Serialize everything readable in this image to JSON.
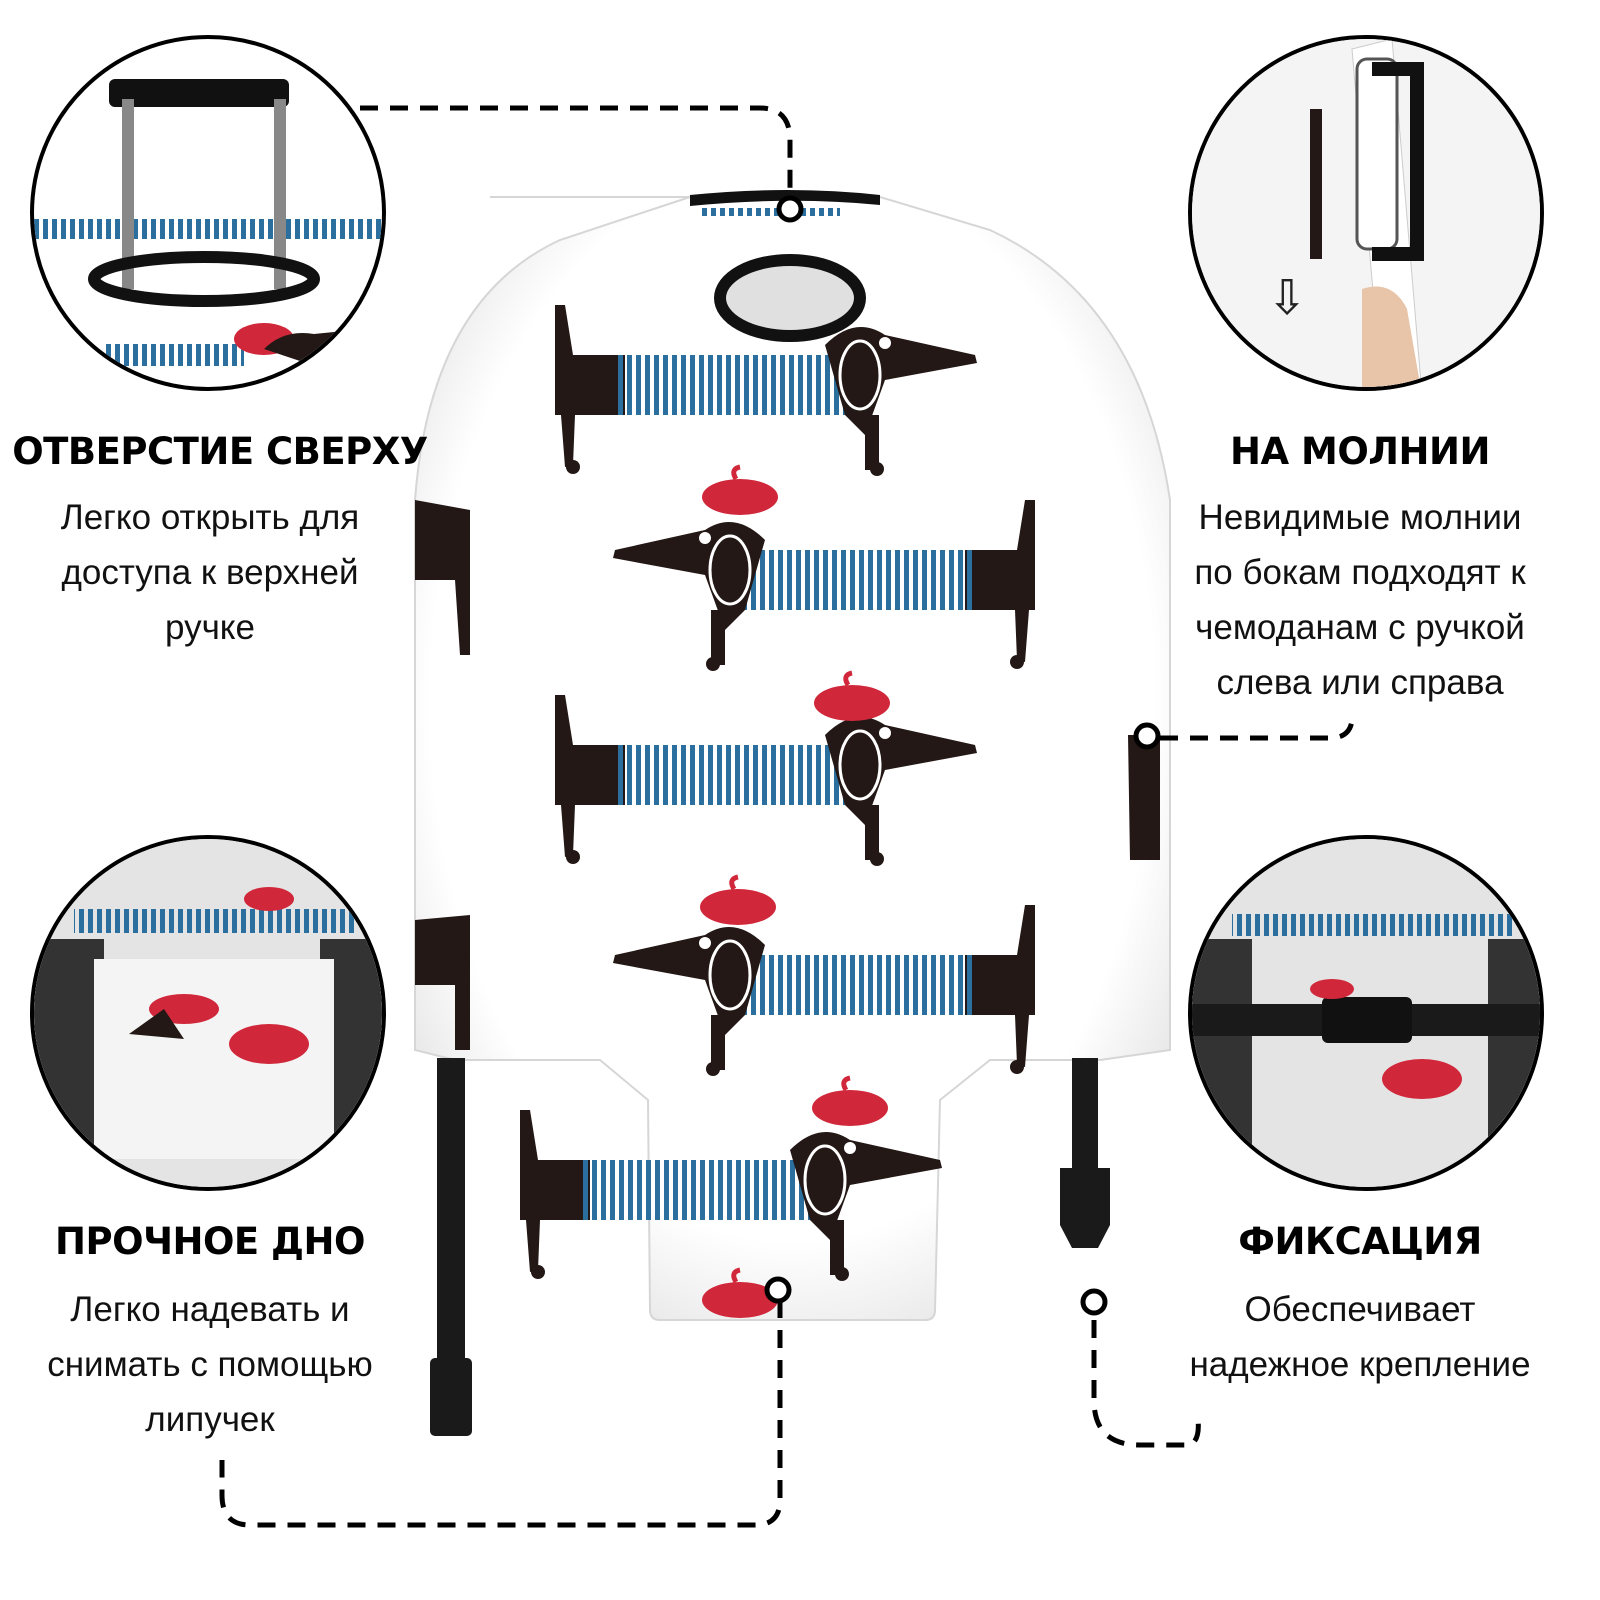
{
  "features": [
    {
      "id": "top-opening",
      "title": "ОТВЕРСТИЕ СВЕРХУ",
      "description_lines": [
        "Легко открыть для",
        "доступа к верхней",
        "ручке"
      ]
    },
    {
      "id": "zipper",
      "title": "НА МОЛНИИ",
      "description_lines": [
        "Невидимые молнии",
        "по бокам подходят к",
        "чемоданам с ручкой",
        "слева или справа"
      ]
    },
    {
      "id": "bottom",
      "title": "ПРОЧНОЕ ДНО",
      "description_lines": [
        "Легко надевать и",
        "снимать с помощью",
        "липучек"
      ]
    },
    {
      "id": "fixation",
      "title": "ФИКСАЦИЯ",
      "description_lines": [
        "Обеспечивает",
        "надежное крепление"
      ]
    }
  ],
  "colors": {
    "stripe_blue": "#2a6f9e",
    "beret_red": "#d0283a",
    "dog_brown": "#231815",
    "strap_black": "#1a1a1a"
  },
  "icons": {
    "arrow_down": "⇩"
  }
}
